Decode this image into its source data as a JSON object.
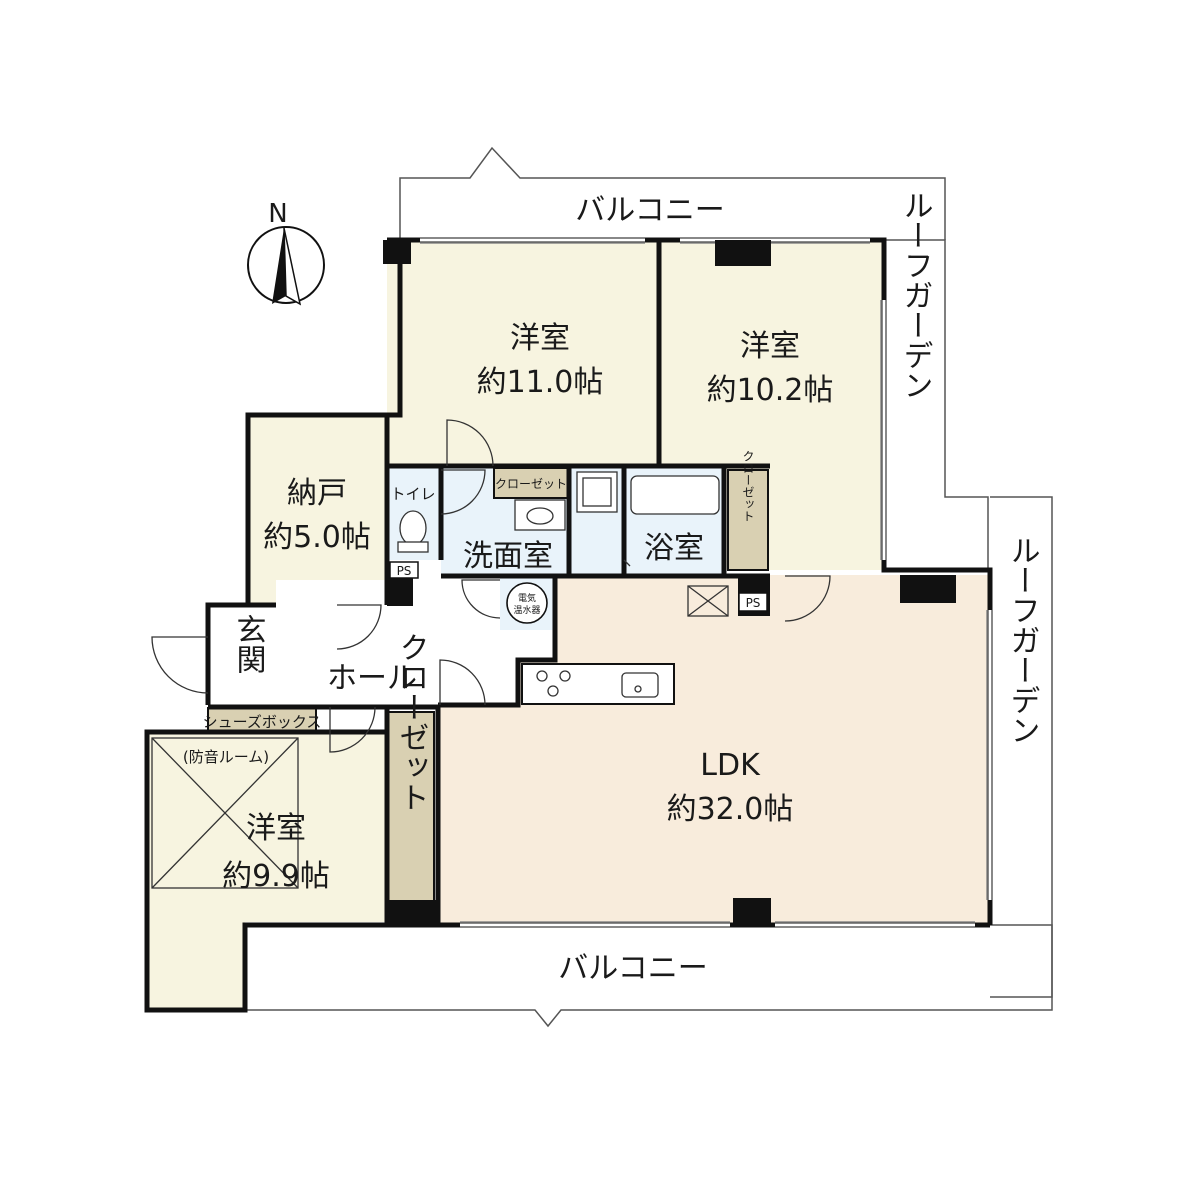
{
  "compass": {
    "north_label": "N"
  },
  "balconies": {
    "top": "バルコニー",
    "bottom": "バルコニー"
  },
  "roof_gardens": {
    "upper": "ルーフガーデン",
    "lower": "ルーフガーデン"
  },
  "rooms": {
    "western_room_1": {
      "name": "洋室",
      "size": "約11.0帖"
    },
    "western_room_2": {
      "name": "洋室",
      "size": "約10.2帖"
    },
    "storage_room": {
      "name": "納戸",
      "size": "約5.0帖"
    },
    "toilet": {
      "name": "トイレ"
    },
    "washroom": {
      "name": "洗面室"
    },
    "bathroom": {
      "name": "浴室"
    },
    "entrance": {
      "name": "玄関"
    },
    "hall": {
      "name": "ホール"
    },
    "shoe_box": {
      "name": "シューズボックス"
    },
    "western_room_3": {
      "note": "(防音ルーム)",
      "name": "洋室",
      "size": "約9.9帖"
    },
    "ldk": {
      "name": "LDK",
      "size": "約32.0帖"
    }
  },
  "closets": {
    "washroom_closet": "クローゼット",
    "bath_side_closet": "クローゼット",
    "hall_closet": "クローゼット"
  },
  "fixtures": {
    "ps_label_1": "PS",
    "ps_label_2": "PS",
    "water_heater": [
      "電気",
      "温水器"
    ]
  },
  "colors": {
    "bedroom_fill": "#f7f4e0",
    "ldk_fill": "#f8ecdc",
    "wet_fill": "#e9f3fa",
    "closet_fill": "#d9d0b2",
    "wall": "#111111"
  }
}
